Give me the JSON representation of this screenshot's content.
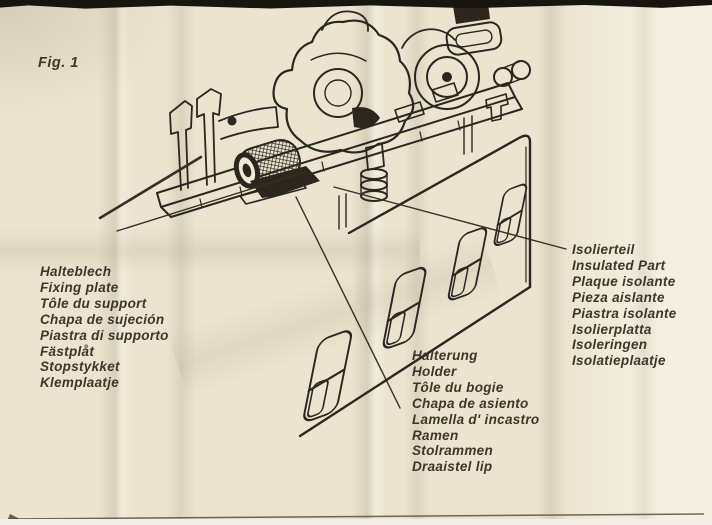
{
  "page": {
    "figure_label": "Fig. 1"
  },
  "callouts": {
    "fixing_plate": {
      "lines": [
        "Halteblech",
        "Fixing plate",
        "Tôle du support",
        "Chapa de sujeción",
        "Piastra di supporto",
        "Fästplåt",
        "Stopstykket",
        "Klemplaatje"
      ]
    },
    "holder": {
      "lines": [
        "Halterung",
        "Holder",
        "Tôle du bogie",
        "Chapa de asiento",
        "Lamella d' incastro",
        "Ramen",
        "Stolrammen",
        "Draaistel lip"
      ]
    },
    "insulated_part": {
      "lines": [
        "Isolierteil",
        "Insulated Part",
        "Plaque isolante",
        "Pieza aislante",
        "Piastra isolante",
        "Isolierplatta",
        "Isoleringen",
        "Isolatieplaatje"
      ]
    }
  },
  "colors": {
    "paper": "#ece4d0",
    "ink": "#2b261e",
    "text": "#3d372b",
    "scan_edge": "#181410"
  }
}
